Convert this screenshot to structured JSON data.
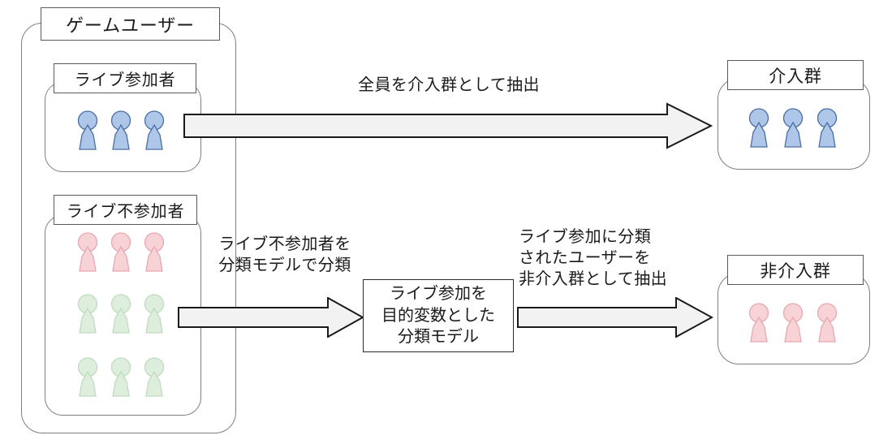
{
  "diagram": {
    "title_outer": "ゲームユーザー",
    "groups": [
      {
        "id": "live-participants",
        "label": "ライブ参加者",
        "person_color": "#aec6e8",
        "person_stroke": "#4a6fa5",
        "rows": 1,
        "per_row": 3
      },
      {
        "id": "live-non-participants",
        "label": "ライブ不参加者",
        "rows": [
          {
            "color": "#f7d3d7",
            "stroke": "#e39aa3",
            "count": 3
          },
          {
            "color": "#ddeedd",
            "stroke": "#b7d9b7",
            "count": 3
          },
          {
            "color": "#ddeedd",
            "stroke": "#b7d9b7",
            "count": 3
          }
        ]
      }
    ],
    "model_box": {
      "line1": "ライブ参加を",
      "line2": "目的変数とした",
      "line3": "分類モデル"
    },
    "arrows": [
      {
        "id": "extract-all-to-treatment",
        "label": "全員を介入群として抽出"
      },
      {
        "id": "classify-non-participants",
        "label": "ライブ不参加者を\n分類モデルで分類"
      },
      {
        "id": "extract-to-control",
        "label": "ライブ参加に分類\nされたユーザーを\n非介入群として抽出"
      }
    ],
    "outputs": [
      {
        "id": "treatment-group",
        "label": "介入群",
        "person_color": "#aec6e8",
        "person_stroke": "#4a6fa5",
        "count": 3
      },
      {
        "id": "control-group",
        "label": "非介入群",
        "person_color": "#f7d3d7",
        "person_stroke": "#e8a8b0",
        "count": 3
      }
    ],
    "colors": {
      "arrow_fill": "#f2f2f2",
      "arrow_stroke": "#1a1a1a",
      "container_stroke": "#7f7f7f",
      "caption_stroke": "#5a5a5a",
      "box_stroke": "#2b2b2b",
      "text": "#1a1a1a"
    }
  }
}
